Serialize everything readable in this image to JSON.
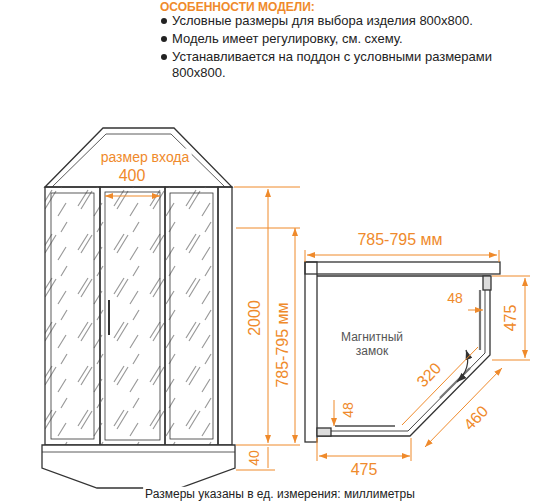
{
  "diagram": {
    "title": "ОСОБЕННОСТИ МОДЕЛИ:",
    "caption": "Размеры указаны в ед. измерения: миллиметры",
    "labels": [
      "Условные размеры для выбора изделия 800х800.",
      "Модель имеет регулировку, см. схему.",
      "Устанавливается на поддон с условными размерами 800х800.",
      "размер входа",
      "400",
      "2000",
      "785-795 мм",
      "40",
      "785-795 мм",
      "48",
      "475",
      "Магнитный замок",
      "320",
      "48",
      "460",
      "475"
    ]
  }
}
